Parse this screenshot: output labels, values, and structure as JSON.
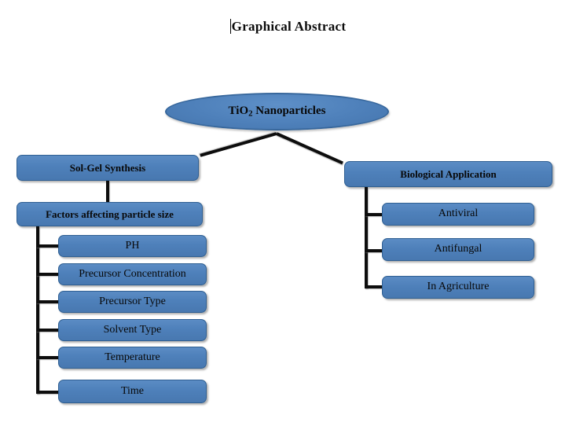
{
  "page": {
    "title": "Graphical Abstract",
    "background_color": "#ffffff",
    "node_fill_color": "#4e80ba",
    "node_border_color": "#2f5f92",
    "connector_color": "#0d0d0d",
    "text_color": "#080808"
  },
  "diagram": {
    "type": "tree",
    "root": {
      "id": "tio2-nanoparticles",
      "shape": "ellipse",
      "label_prefix": "TiO",
      "label_subscript": "2",
      "label_suffix": " Nanoparticles",
      "label_plain": "TiO2 Nanoparticles",
      "bold": true
    },
    "branches": [
      {
        "id": "sol-gel-synthesis",
        "label": "Sol-Gel Synthesis",
        "bold": true,
        "child_group": {
          "id": "factors-affecting-particle-size",
          "label": "Factors affecting particle size",
          "bold": true,
          "items": [
            {
              "id": "ph",
              "label": "PH"
            },
            {
              "id": "precursor-concentration",
              "label": "Precursor Concentration"
            },
            {
              "id": "precursor-type",
              "label": "Precursor Type"
            },
            {
              "id": "solvent-type",
              "label": "Solvent Type"
            },
            {
              "id": "temperature",
              "label": "Temperature"
            },
            {
              "id": "time",
              "label": "Time"
            }
          ]
        }
      },
      {
        "id": "biological-application",
        "label": "Biological Application",
        "bold": true,
        "items": [
          {
            "id": "antiviral",
            "label": "Antiviral"
          },
          {
            "id": "antifungal",
            "label": "Antifungal"
          },
          {
            "id": "in-agriculture",
            "label": "In Agriculture"
          }
        ]
      }
    ]
  }
}
